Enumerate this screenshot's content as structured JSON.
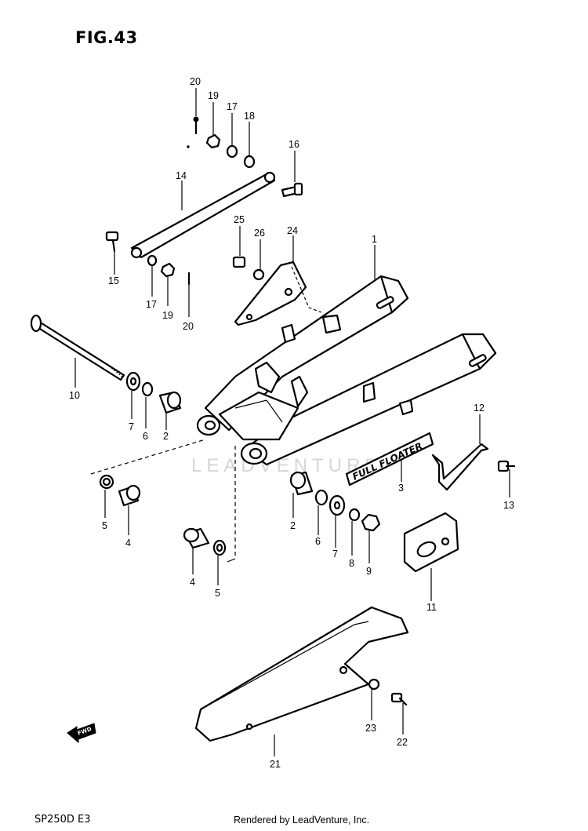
{
  "figure": {
    "title": "FIG.43",
    "model": "SP250D  E3",
    "credit": "Rendered by LeadVenture, Inc.",
    "watermark": "LEADVENTURE"
  },
  "labels": {
    "p1": "1",
    "p2a": "2",
    "p2b": "2",
    "p3": "3",
    "p4a": "4",
    "p4b": "4",
    "p5a": "5",
    "p5b": "5",
    "p6a": "6",
    "p6b": "6",
    "p7a": "7",
    "p7b": "7",
    "p8": "8",
    "p9": "9",
    "p10": "10",
    "p11": "11",
    "p12": "12",
    "p13": "13",
    "p14": "14",
    "p15": "15",
    "p16": "16",
    "p17a": "17",
    "p17b": "17",
    "p18": "18",
    "p19a": "19",
    "p19b": "19",
    "p20a": "20",
    "p20b": "20",
    "p21": "21",
    "p22": "22",
    "p23": "23",
    "p24": "24",
    "p25": "25",
    "p26": "26"
  },
  "decal_text": "FULL FLOATER",
  "fwd_text": "FWD"
}
